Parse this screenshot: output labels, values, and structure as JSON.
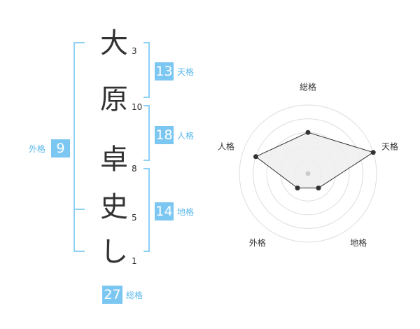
{
  "name": {
    "characters": [
      {
        "char": "大",
        "strokes": "3"
      },
      {
        "char": "原",
        "strokes": "10"
      },
      {
        "char": "卓",
        "strokes": "8"
      },
      {
        "char": "史",
        "strokes": "5"
      },
      {
        "char": "し",
        "strokes": "1"
      }
    ]
  },
  "fortune": {
    "tenkaku": {
      "label": "天格",
      "value": "13"
    },
    "jinkaku": {
      "label": "人格",
      "value": "18"
    },
    "chikaku": {
      "label": "地格",
      "value": "14"
    },
    "gaikaku": {
      "label": "外格",
      "value": "9"
    },
    "soukaku": {
      "label": "総格",
      "value": "27"
    }
  },
  "colors": {
    "accent": "#7cc7f2",
    "bracket": "#8fd0f5",
    "label": "#5bb8ec",
    "text": "#333333",
    "grid": "#dddddd",
    "area_fill": "#eeeeee"
  },
  "chart_data": {
    "type": "radar",
    "axes": [
      "総格",
      "天格",
      "地格",
      "外格",
      "人格"
    ],
    "values": [
      3,
      5,
      1.3,
      1.3,
      4
    ],
    "range": [
      0,
      5
    ],
    "grid_rings": 5
  }
}
